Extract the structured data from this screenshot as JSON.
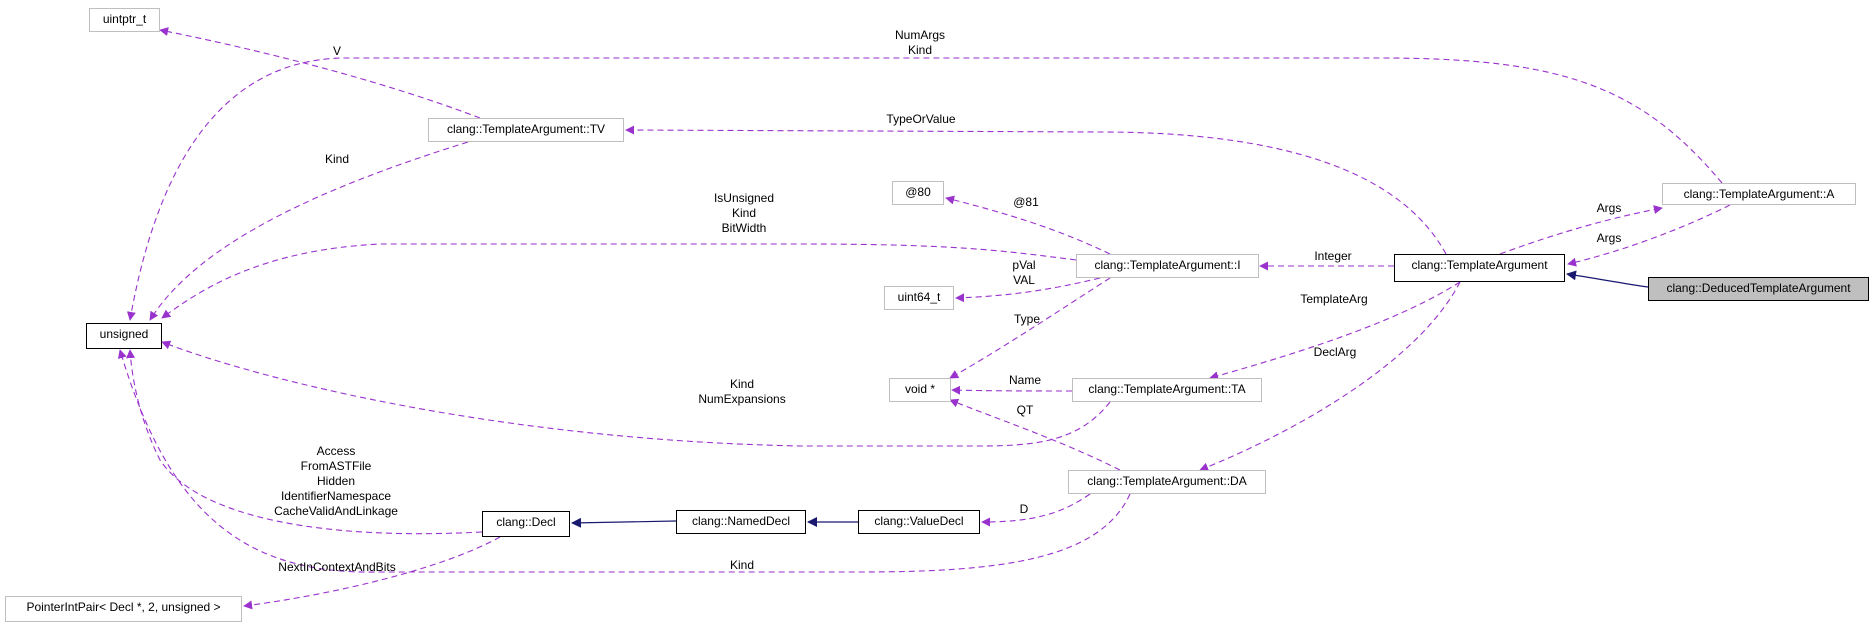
{
  "diagram": {
    "colors": {
      "usage_edge": "#9a32cd",
      "inherit_edge": "#191970",
      "focus_fill": "#bfbfbf",
      "node_border_solid": "#000000",
      "node_border_light": "#bfbfbf"
    },
    "nodes": {
      "deduced": "clang::DeducedTemplateArgument",
      "template_argument": "clang::TemplateArgument",
      "ta_a": "clang::TemplateArgument::A",
      "ta_tv": "clang::TemplateArgument::TV",
      "ta_i": "clang::TemplateArgument::I",
      "ta_ta": "clang::TemplateArgument::TA",
      "ta_da": "clang::TemplateArgument::DA",
      "uintptr": "uintptr_t",
      "unsigned": "unsigned",
      "at80": "@80",
      "uint64": "uint64_t",
      "void_ptr": "void *",
      "decl": "clang::Decl",
      "named_decl": "clang::NamedDecl",
      "value_decl": "clang::ValueDecl",
      "pointer_int_pair": "PointerIntPair< Decl *, 2, unsigned >"
    },
    "edge_labels": {
      "numargs_kind": [
        "NumArgs",
        "Kind"
      ],
      "v": [
        "V"
      ],
      "typeorvalue": [
        "TypeOrValue"
      ],
      "kind_tv": [
        "Kind"
      ],
      "args_top": [
        "Args"
      ],
      "args_bottom": [
        "Args"
      ],
      "at81": [
        "@81"
      ],
      "isunsigned": [
        "IsUnsigned",
        "Kind",
        "BitWidth"
      ],
      "integer": [
        "Integer"
      ],
      "pval": [
        "pVal",
        "VAL"
      ],
      "type": [
        "Type"
      ],
      "templatearg": [
        "TemplateArg"
      ],
      "declarg": [
        "DeclArg"
      ],
      "name": [
        "Name"
      ],
      "kind_numexp": [
        "Kind",
        "NumExpansions"
      ],
      "qt": [
        "QT"
      ],
      "access": [
        "Access",
        "FromASTFile",
        "Hidden",
        "IdentifierNamespace",
        "CacheValidAndLinkage"
      ],
      "d": [
        "D"
      ],
      "nextincontext": [
        "NextInContextAndBits"
      ],
      "kind_da": [
        "Kind"
      ]
    }
  }
}
